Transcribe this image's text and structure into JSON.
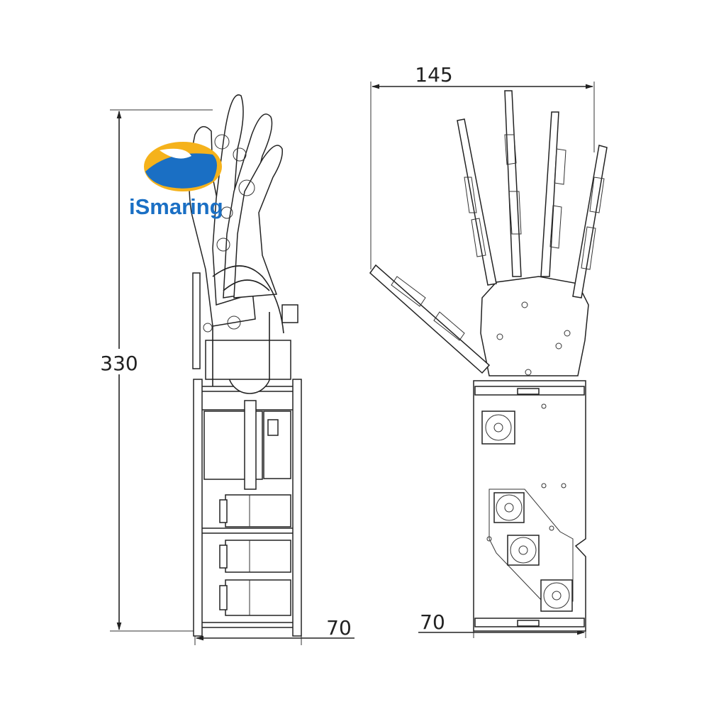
{
  "logo": {
    "text": "iSmaring",
    "colors": {
      "blue": "#1a6fc4",
      "yellow": "#f5b21b"
    }
  },
  "side_view": {
    "height_label": "330",
    "width_label": "70"
  },
  "front_view": {
    "width_label": "145",
    "base_width_label": "70"
  }
}
